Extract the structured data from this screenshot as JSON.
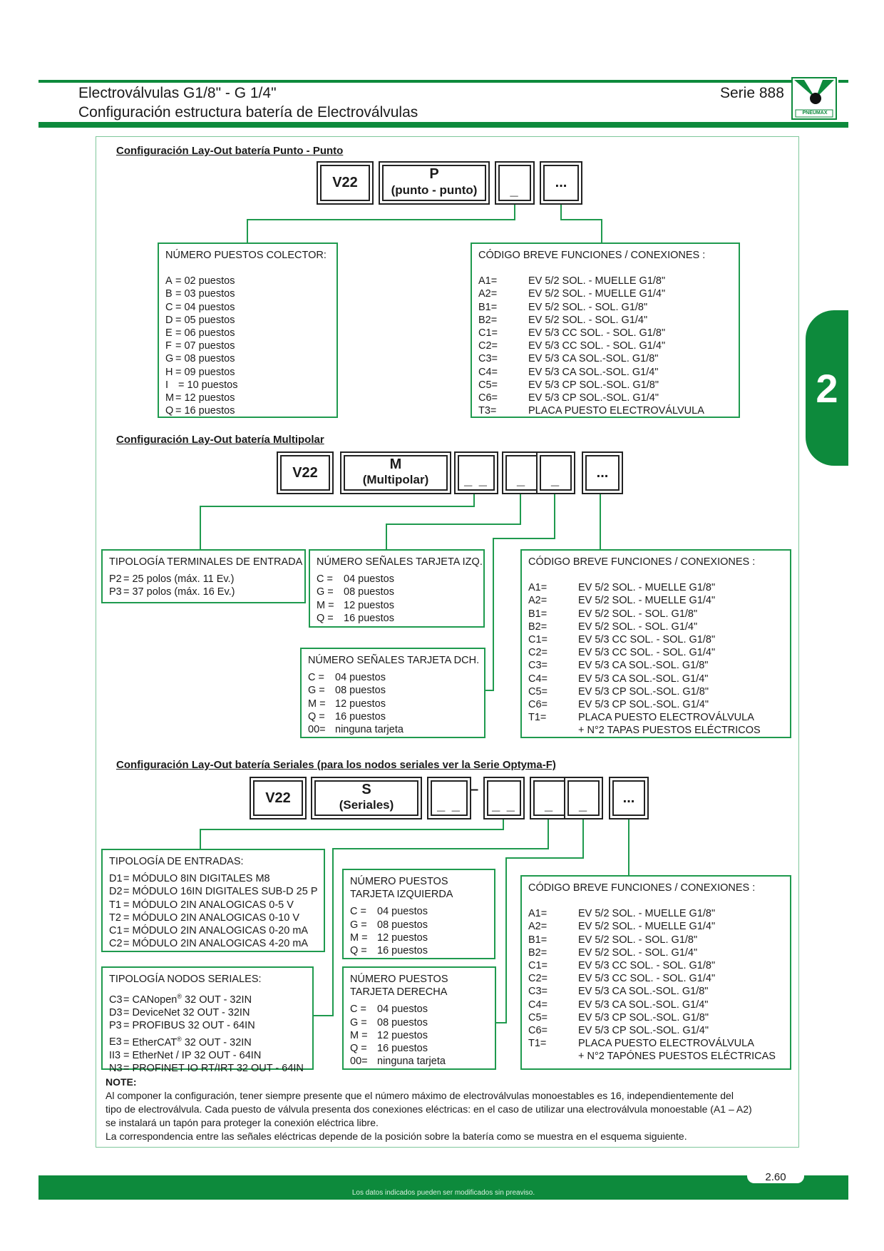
{
  "header": {
    "title_line1": "Electroválvulas G1/8\" - G 1/4\"",
    "title_line2": "Configuración estructura batería de Electroválvulas",
    "series": "Serie 888",
    "logo_text": "PNEUMAX"
  },
  "side_tab": {
    "number": "2"
  },
  "sections": {
    "punto": {
      "title": "Configuración Lay-Out batería Punto - Punto",
      "code": {
        "v": "V22",
        "letter": "P",
        "sub": "(punto - punto)",
        "dash": "_",
        "more": "..."
      },
      "box_left": {
        "title": "NÚMERO PUESTOS COLECTOR:",
        "items": [
          {
            "k": "A",
            "v": "= 02 puestos"
          },
          {
            "k": "B",
            "v": "= 03 puestos"
          },
          {
            "k": "C",
            "v": "= 04 puestos"
          },
          {
            "k": "D",
            "v": "= 05 puestos"
          },
          {
            "k": "E",
            "v": "= 06 puestos"
          },
          {
            "k": "F",
            "v": "= 07 puestos"
          },
          {
            "k": "G",
            "v": "= 08 puestos"
          },
          {
            "k": "H",
            "v": "= 09 puestos"
          },
          {
            "k": "I",
            "v": " = 10 puestos"
          },
          {
            "k": "M",
            "v": "= 12 puestos"
          },
          {
            "k": "Q",
            "v": "= 16 puestos"
          }
        ]
      },
      "box_right": {
        "title": "CÓDIGO BREVE FUNCIONES / CONEXIONES :",
        "items": [
          {
            "k": "A1=",
            "v": "EV 5/2 SOL. - MUELLE G1/8\""
          },
          {
            "k": "A2=",
            "v": "EV 5/2 SOL. - MUELLE G1/4\""
          },
          {
            "k": "B1=",
            "v": "EV 5/2 SOL. - SOL. G1/8\""
          },
          {
            "k": "B2=",
            "v": "EV 5/2 SOL. - SOL. G1/4\""
          },
          {
            "k": "C1=",
            "v": "EV 5/3 CC SOL. - SOL. G1/8\""
          },
          {
            "k": "C2=",
            "v": "EV 5/3 CC SOL. - SOL. G1/4\""
          },
          {
            "k": "C3=",
            "v": "EV 5/3 CA SOL.-SOL. G1/8\""
          },
          {
            "k": "C4=",
            "v": "EV 5/3 CA SOL.-SOL. G1/4\""
          },
          {
            "k": "C5=",
            "v": "EV 5/3 CP SOL.-SOL. G1/8\""
          },
          {
            "k": "C6=",
            "v": "EV 5/3 CP SOL.-SOL. G1/4\""
          },
          {
            "k": "T3=",
            "v": "PLACA PUESTO ELECTROVÁLVULA"
          }
        ]
      }
    },
    "multipolar": {
      "title": "Configuración Lay-Out batería Multipolar",
      "code": {
        "v": "V22",
        "letter": "M",
        "sub": "(Multipolar)",
        "dash2": "_ _",
        "dash": "_",
        "more": "..."
      },
      "box_terminals": {
        "title": "TIPOLOGÍA TERMINALES DE ENTRADA",
        "items": [
          {
            "k": "P2",
            "v": "= 25 polos (máx. 11 Ev.)"
          },
          {
            "k": "P3",
            "v": "= 37 polos (máx. 16 Ev.)"
          }
        ]
      },
      "box_left_card": {
        "title": "NÚMERO SEÑALES TARJETA IZQ.",
        "items": [
          {
            "k": "C =",
            "v": "04 puestos"
          },
          {
            "k": "G =",
            "v": "08 puestos"
          },
          {
            "k": "M =",
            "v": "12 puestos"
          },
          {
            "k": "Q =",
            "v": "16 puestos"
          }
        ]
      },
      "box_right_card": {
        "title": "NÚMERO SEÑALES TARJETA DCH.",
        "items": [
          {
            "k": "C =",
            "v": "04 puestos"
          },
          {
            "k": "G =",
            "v": "08 puestos"
          },
          {
            "k": "M =",
            "v": "12 puestos"
          },
          {
            "k": "Q =",
            "v": "16 puestos"
          },
          {
            "k": "00=",
            "v": "ninguna tarjeta"
          }
        ]
      },
      "box_functions": {
        "title": "CÓDIGO BREVE FUNCIONES / CONEXIONES :",
        "items": [
          {
            "k": "A1=",
            "v": "EV 5/2 SOL. - MUELLE G1/8\""
          },
          {
            "k": "A2=",
            "v": "EV 5/2 SOL. - MUELLE G1/4\""
          },
          {
            "k": "B1=",
            "v": "EV 5/2 SOL. - SOL. G1/8\""
          },
          {
            "k": "B2=",
            "v": "EV 5/2 SOL. - SOL. G1/4\""
          },
          {
            "k": "C1=",
            "v": "EV 5/3 CC SOL. - SOL. G1/8\""
          },
          {
            "k": "C2=",
            "v": "EV 5/3 CC SOL. - SOL. G1/4\""
          },
          {
            "k": "C3=",
            "v": "EV 5/3 CA SOL.-SOL. G1/8\""
          },
          {
            "k": "C4=",
            "v": "EV 5/3 CA SOL.-SOL. G1/4\""
          },
          {
            "k": "C5=",
            "v": "EV 5/3 CP SOL.-SOL. G1/8\""
          },
          {
            "k": "C6=",
            "v": "EV 5/3 CP SOL.-SOL. G1/4\""
          },
          {
            "k": "T1=",
            "v": "PLACA PUESTO ELECTROVÁLVULA"
          },
          {
            "k": "",
            "v": "+ N°2 TAPAS PUESTOS ELÉCTRICOS"
          }
        ]
      }
    },
    "seriales": {
      "title": "Configuración Lay-Out batería Seriales (para los nodos seriales ver la Serie Optyma-F)",
      "code": {
        "v": "V22",
        "letter": "S",
        "sub": "(Seriales)",
        "dash2": "_ _",
        "sep": "–",
        "dash": "_",
        "more": "..."
      },
      "box_inputs": {
        "title": "TIPOLOGÍA DE ENTRADAS:",
        "items": [
          {
            "k": "D1",
            "v": "= MÓDULO 8IN DIGITALES M8"
          },
          {
            "k": "D2",
            "v": "= MÓDULO 16IN DIGITALES SUB-D 25 P"
          },
          {
            "k": "T1",
            "v": "= MÓDULO 2IN ANALOGICAS 0-5 V"
          },
          {
            "k": "T2",
            "v": "= MÓDULO 2IN ANALOGICAS 0-10 V"
          },
          {
            "k": "C1",
            "v": "= MÓDULO 2IN ANALOGICAS 0-20 mA"
          },
          {
            "k": "C2",
            "v": "= MÓDULO 2IN ANALOGICAS 4-20 mA"
          }
        ]
      },
      "box_nodes": {
        "title": "TIPOLOGÍA NODOS SERIALES:",
        "items": [
          {
            "k": "C3",
            "v": "= CANopen",
            "sup": "®",
            "rest": " 32 OUT - 32IN"
          },
          {
            "k": "D3",
            "v": "= DeviceNet 32 OUT - 32IN"
          },
          {
            "k": "P3",
            "v": "= PROFIBUS 32 OUT - 64IN"
          },
          {
            "k": "E3",
            "v": "= EtherCAT",
            "sup": "®",
            "rest": " 32 OUT - 32IN"
          },
          {
            "k": "II3",
            "v": "= EtherNet / IP 32 OUT - 64IN"
          },
          {
            "k": "N3",
            "v": "= PROFINET IO RT/IRT 32 OUT - 64IN"
          }
        ]
      },
      "box_left_card": {
        "title1": "NÚMERO PUESTOS",
        "title2": "TARJETA IZQUIERDA",
        "items": [
          {
            "k": "C =",
            "v": "04 puestos"
          },
          {
            "k": "G =",
            "v": "08 puestos"
          },
          {
            "k": "M =",
            "v": "12 puestos"
          },
          {
            "k": "Q =",
            "v": "16 puestos"
          }
        ]
      },
      "box_right_card": {
        "title1": "NÚMERO PUESTOS",
        "title2": "TARJETA DERECHA",
        "items": [
          {
            "k": "C =",
            "v": "04 puestos"
          },
          {
            "k": "G =",
            "v": "08 puestos"
          },
          {
            "k": "M =",
            "v": "12 puestos"
          },
          {
            "k": "Q =",
            "v": "16 puestos"
          },
          {
            "k": "00=",
            "v": "ninguna tarjeta"
          }
        ]
      },
      "box_functions": {
        "title": "CÓDIGO BREVE FUNCIONES / CONEXIONES :",
        "items": [
          {
            "k": "A1=",
            "v": "EV 5/2 SOL. - MUELLE G1/8\""
          },
          {
            "k": "A2=",
            "v": "EV 5/2 SOL. - MUELLE G1/4\""
          },
          {
            "k": "B1=",
            "v": "EV 5/2 SOL. - SOL. G1/8\""
          },
          {
            "k": "B2=",
            "v": "EV 5/2 SOL. - SOL. G1/4\""
          },
          {
            "k": "C1=",
            "v": "EV 5/3 CC SOL. - SOL. G1/8\""
          },
          {
            "k": "C2=",
            "v": "EV 5/3 CC SOL. - SOL. G1/4\""
          },
          {
            "k": "C3=",
            "v": "EV 5/3 CA SOL.-SOL. G1/8\""
          },
          {
            "k": "C4=",
            "v": "EV 5/3 CA SOL.-SOL. G1/4\""
          },
          {
            "k": "C5=",
            "v": "EV 5/3 CP SOL.-SOL. G1/8\""
          },
          {
            "k": "C6=",
            "v": "EV 5/3 CP SOL.-SOL. G1/4\""
          },
          {
            "k": "T1=",
            "v": "PLACA PUESTO ELECTROVÁLVULA"
          },
          {
            "k": "",
            "v": "+ N°2 TAPÓNES PUESTOS ELÉCTRICAS"
          }
        ]
      }
    }
  },
  "note": {
    "label": "NOTE:",
    "line1": "Al componer la configuración, tener siempre presente que el número máximo de electroválvulas monoestables es 16, independientemente del",
    "line2": "tipo de electroválvula. Cada puesto de válvula presenta dos conexiones eléctricas: en el caso de utilizar una electroválvula monoestable (A1 – A2)",
    "line3": "se instalará un tapón para proteger la conexión eléctrica libre.",
    "line4": "La correspondencia entre las señales eléctricas depende de la posición sobre la batería como se muestra en el esquema siguiente."
  },
  "footer": {
    "page": "2.60",
    "disclaimer": "Los datos indicados pueden ser modificados sin preaviso."
  },
  "colors": {
    "brand_green": "#0d8a3c",
    "box_green": "#1f9a4e"
  }
}
